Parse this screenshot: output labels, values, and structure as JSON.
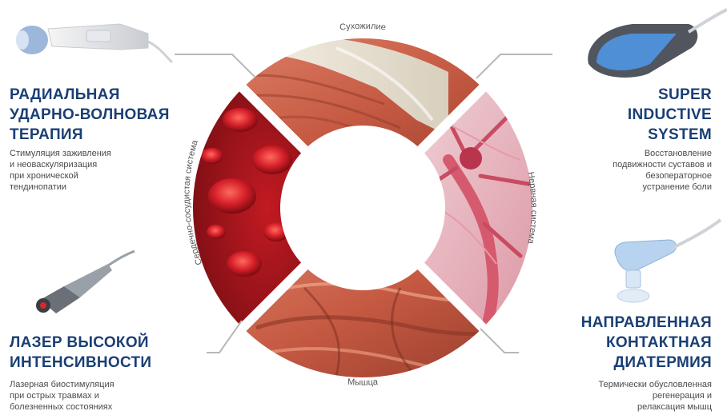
{
  "center_labels": {
    "top": "Сухожилие",
    "right": "Нервная система",
    "bottom": "Мышца",
    "left": "Сердечно-сосудистая система"
  },
  "therapies": {
    "top_left": {
      "title": "РАДИАЛЬНАЯ\nУДАРНО-ВОЛНОВАЯ\nТЕРАПИЯ",
      "description": "Стимуляция заживления\nи неоваскуляризация\nпри хронической\nтендинопатии"
    },
    "bottom_left": {
      "title": "ЛАЗЕР ВЫСОКОЙ\nИНТЕНСИВНОСТИ",
      "description": "Лазерная биостимуляция\nпри острых травмах и\nболезненных состояниях"
    },
    "top_right": {
      "title": "SUPER\nINDUCTIVE\nSYSTEM",
      "description": "Восстановление\nподвижности суставов и\nбезоператорное\nустранение боли"
    },
    "bottom_right": {
      "title": "НАПРАВЛЕННАЯ\nКОНТАКТНАЯ\nДИАТЕРМИЯ",
      "description": "Термически обусловленная\nрегенерация и\nрелаксация мышц"
    }
  },
  "colors": {
    "title": "#1a3f74",
    "text": "#4a4a4a",
    "connector": "#b8b8b8",
    "tendon": "#e9e4d6",
    "muscle": "#c7604a",
    "blood": "#a8131a",
    "nerve": "#e8b8c2"
  },
  "icons": {
    "top_left": "shockwave-handpiece-icon",
    "bottom_left": "laser-probe-icon",
    "top_right": "inductive-applicator-icon",
    "bottom_right": "diathermy-electrode-icon"
  }
}
